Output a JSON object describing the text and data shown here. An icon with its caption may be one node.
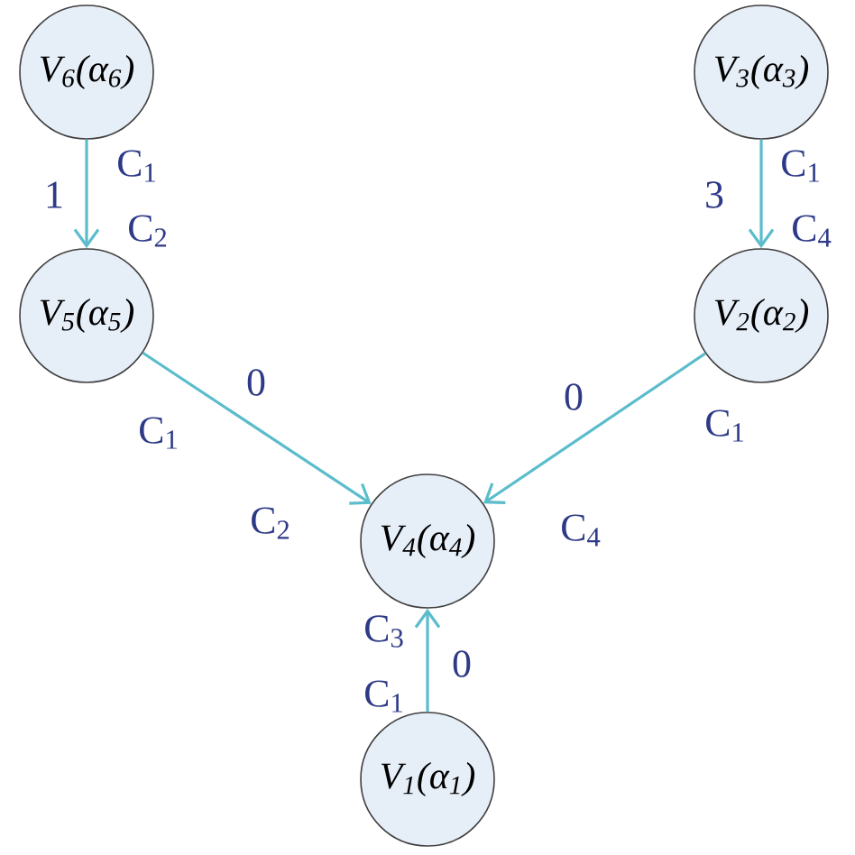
{
  "diagram": {
    "nodes": [
      {
        "text": [
          "V$_{6}$(α$_{6}$)"
        ]
      },
      {
        "text": [
          "V$_{3}$(α$_{3}$)"
        ]
      },
      {
        "text": [
          "V$_{5}$(α$_{5}$)"
        ]
      },
      {
        "text": [
          "V$_{2}$(α$_{2}$)"
        ]
      },
      {
        "text": [
          "V$_{4}$(α$_{4}$)"
        ]
      },
      {
        "text": [
          "V$_{1}$(α$_{1}$)"
        ]
      }
    ],
    "edges": [
      {
        "from": 0,
        "to": 2,
        "arrow": "to",
        "label": "1"
      },
      {
        "from": 1,
        "to": 3,
        "arrow": "to",
        "label": "3"
      },
      {
        "from": 2,
        "to": 4,
        "arrow": "to",
        "label": "0"
      },
      {
        "from": 3,
        "to": 4,
        "arrow": "to",
        "label": "0"
      },
      {
        "from": 5,
        "to": 4,
        "arrow": "to",
        "label": "0"
      }
    ],
    "labels": [
      "C$_{1}$",
      "C$_{1}$",
      "C$_{2}$",
      "C$_{4}$",
      "C$_{1}$",
      "C$_{1}$",
      "C$_{2}$",
      "C$_{4}$",
      "C$_{3}$",
      "C$_{1}$"
    ]
  }
}
